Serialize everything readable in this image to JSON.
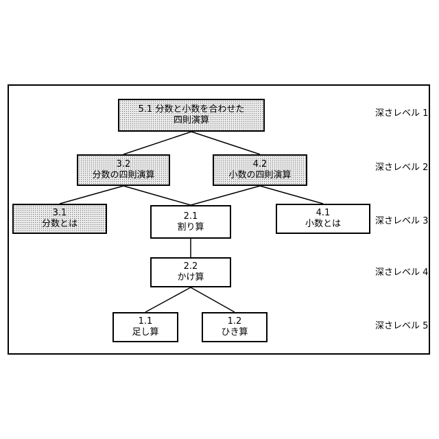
{
  "nodes": {
    "n51": {
      "line1": "5.1 分数と小数を合わせた",
      "line2": "四則演算",
      "shaded": true
    },
    "n32": {
      "line1": "3.2",
      "line2": "分数の四則演算",
      "shaded": true
    },
    "n42": {
      "line1": "4.2",
      "line2": "小数の四則演算",
      "shaded": true
    },
    "n31": {
      "line1": "3.1",
      "line2": "分数とは",
      "shaded": true
    },
    "n21": {
      "line1": "2.1",
      "line2": "割り算",
      "shaded": false
    },
    "n41": {
      "line1": "4.1",
      "line2": "小数とは",
      "shaded": false
    },
    "n22": {
      "line1": "2.2",
      "line2": "かけ算",
      "shaded": false
    },
    "n11": {
      "line1": "1.1",
      "line2": "足し算",
      "shaded": false
    },
    "n12": {
      "line1": "1.2",
      "line2": "ひき算",
      "shaded": false
    }
  },
  "edges": [
    [
      "n51",
      "n32"
    ],
    [
      "n51",
      "n42"
    ],
    [
      "n32",
      "n31"
    ],
    [
      "n32",
      "n21"
    ],
    [
      "n42",
      "n21"
    ],
    [
      "n42",
      "n41"
    ],
    [
      "n21",
      "n22"
    ],
    [
      "n22",
      "n11"
    ],
    [
      "n22",
      "n12"
    ]
  ],
  "levels": [
    "深さレベル 1",
    "深さレベル 2",
    "深さレベル 3",
    "深さレベル 4",
    "深さレベル 5"
  ]
}
